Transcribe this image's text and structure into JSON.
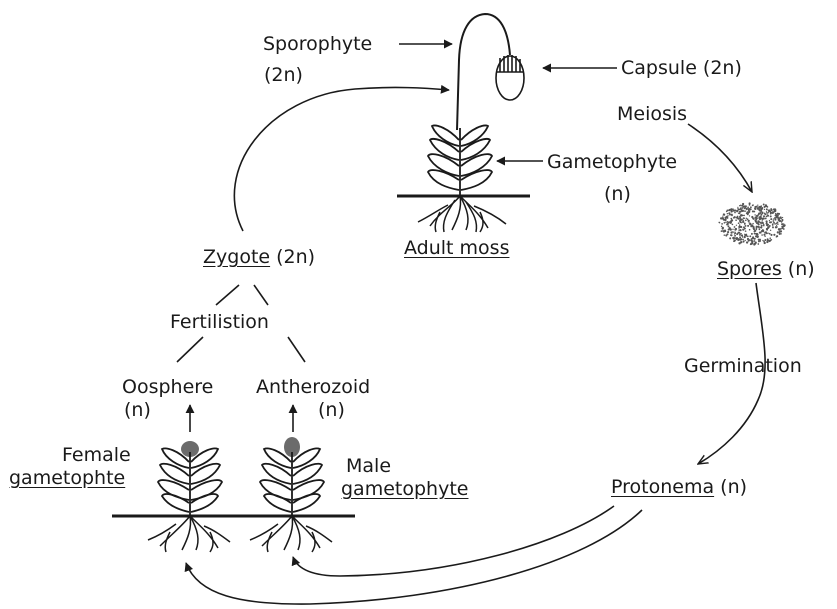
{
  "labels": {
    "sporophyte": "Sporophyte",
    "sporophyte_ploidy": "(2n)",
    "capsule": "Capsule (2n)",
    "meiosis": "Meiosis",
    "gametophyte": "Gametophyte",
    "gametophyte_ploidy": "(n)",
    "adult_moss": "Adult moss",
    "spores": "Spores",
    "spores_ploidy": "(n)",
    "germination": "Germination",
    "protonema": "Protonema",
    "protonema_ploidy": "(n)",
    "zygote": "Zygote",
    "zygote_ploidy": "(2n)",
    "fertilisation": "Fertilistion",
    "oosphere": "Oosphere",
    "oosphere_ploidy": "(n)",
    "antherozoid": "Antherozoid",
    "antherozoid_ploidy": "(n)",
    "female_gametophyte_line1": "Female",
    "female_gametophyte_line2": "gametophte",
    "male_gametophyte_line1": "Male",
    "male_gametophyte_line2": "gametophyte"
  },
  "colors": {
    "ink": "#1a1a1a",
    "antheridium_blob": "#6b6b6b",
    "spore_dots": "#555555"
  }
}
